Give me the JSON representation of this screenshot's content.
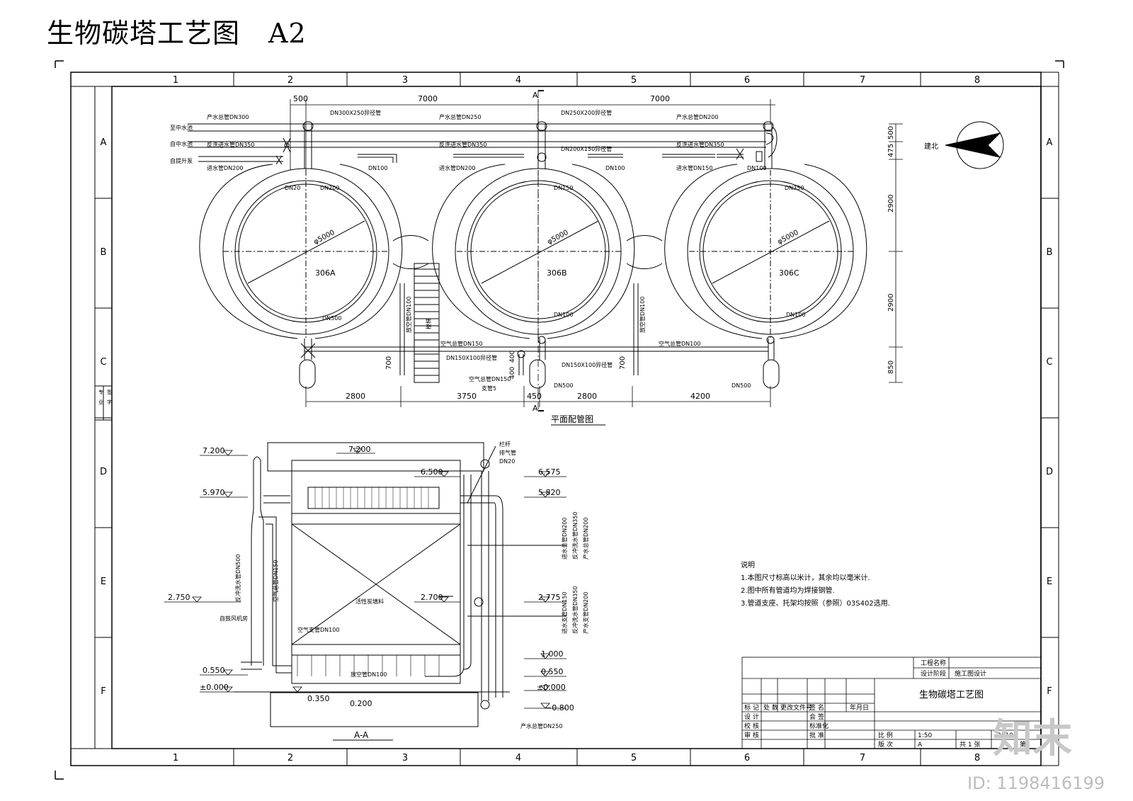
{
  "page": {
    "title": "生物碳塔工艺图",
    "sheet_size": "A2",
    "watermark_id": "ID: 1198416199",
    "brand": "知末"
  },
  "frame": {
    "columns": [
      "1",
      "2",
      "3",
      "4",
      "5",
      "6",
      "7",
      "8"
    ],
    "rows": [
      "A",
      "B",
      "C",
      "D",
      "E",
      "F"
    ]
  },
  "plan": {
    "title": "平面配管图",
    "tanks": [
      "306A",
      "306B",
      "306C"
    ],
    "tank_dia": "φ5000",
    "section_mark": "A",
    "top_dims": [
      "500",
      "7000",
      "7000"
    ],
    "bottom_dims": [
      "2800",
      "3750",
      "450",
      "2800",
      "4200"
    ],
    "right_dims": [
      "500",
      "475",
      "2900",
      "2900",
      "850"
    ],
    "left_dims": [
      "700",
      "700"
    ],
    "small_dims": [
      "400",
      "400"
    ],
    "pipe_labels": {
      "prod_water": "产水总管DN300",
      "backwash": "反洗进水管DN350",
      "water_in": "进水管DN200",
      "reducer1": "DN300X250异径管",
      "prod250": "产水总管DN250",
      "backwash350b": "反洗进水管DN350",
      "in200b": "进水管DN200",
      "reducer2": "DN250X200异径管",
      "prod200": "产水总管DN200",
      "backwash350c": "反洗进水管DN350",
      "in150": "进水管DN150",
      "reducer3": "DN200X150异径管",
      "dn100a": "DN100",
      "dn100b": "DN100",
      "dn100c": "DN100",
      "dn20": "DN20",
      "dn200": "DN200",
      "dn150": "DN150",
      "dn350": "DN350",
      "dn500a": "DN500",
      "dn100d": "DN100",
      "dn100e": "DN100",
      "air150": "空气总管DN150",
      "red150": "DN150X100异径管",
      "air100": "空气总管DN100",
      "red150b": "DN150X100异径管",
      "air_main": "空气总管DN150",
      "valve5": "支管5",
      "dn500b": "DN500",
      "dn500c": "DN500",
      "v1": "放空管DN100",
      "v2": "放空管DN100",
      "in_left1": "至中水池",
      "in_left2": "自中水池",
      "in_left3": "自提升泵",
      "north": "建北",
      "stair": "楼梯"
    }
  },
  "section": {
    "title": "A-A",
    "elevations": {
      "e7200a": "7.200",
      "e7200b": "7.200",
      "e5970": "5.970",
      "e6500": "6.500",
      "e6575": "6.575",
      "e5820": "5.820",
      "e2750": "2.750",
      "e2700": "2.700",
      "e2775": "2.775",
      "e1000": "1.000",
      "e0550a": "0.550",
      "e0550b": "0.550",
      "e0000a": "±0.000",
      "e0000b": "±0.000",
      "e0800": "−0.800",
      "e0350": "0.350",
      "e0200": "0.200"
    },
    "labels": {
      "media": "活性炭填料",
      "air_branch": "空气支管DN100",
      "drain": "放空管DN100",
      "vert1": "反冲洗水管DN500",
      "vert2": "空气总管DN150",
      "vert3": "进水总管DN200",
      "vert4": "反冲洗水管DN350",
      "vert5": "产水总管DN200",
      "vert6": "进水支管DN150",
      "vert7": "反冲洗水管DN350",
      "vert8": "产水支管DN200",
      "top1": "栏杆",
      "top2": "排气管",
      "top3": "DN20",
      "bot1": "产水总管DN250",
      "left_in": "自鼓风机房"
    }
  },
  "notes": {
    "heading": "说明",
    "items": [
      "1.本图尺寸标高以米计，其余均以毫米计.",
      "2.图中所有管道均为焊接钢管.",
      "3.管道支座、托架均按照（参照）03S402选用."
    ]
  },
  "title_block": {
    "project_name_label": "工程名称",
    "design_stage_label": "设计阶段",
    "design_stage": "施工图设计",
    "drawing_name": "生物碳塔工艺图",
    "marks": "标 记",
    "place": "处 数",
    "change_no": "更改文件号",
    "sign": "签 名",
    "date": "年月日",
    "design": "设 计",
    "countersign": "会 签",
    "check": "校 核",
    "standard": "标准化",
    "review": "审 核",
    "approve": "批 准",
    "ratio_label": "比 例",
    "ratio": "1:50",
    "year": "2010",
    "version_label": "版 次",
    "version": "A",
    "sheets": "共 1 张",
    "sheet_no": "第"
  },
  "side_stamp": [
    "专",
    "业",
    "签",
    "字"
  ]
}
